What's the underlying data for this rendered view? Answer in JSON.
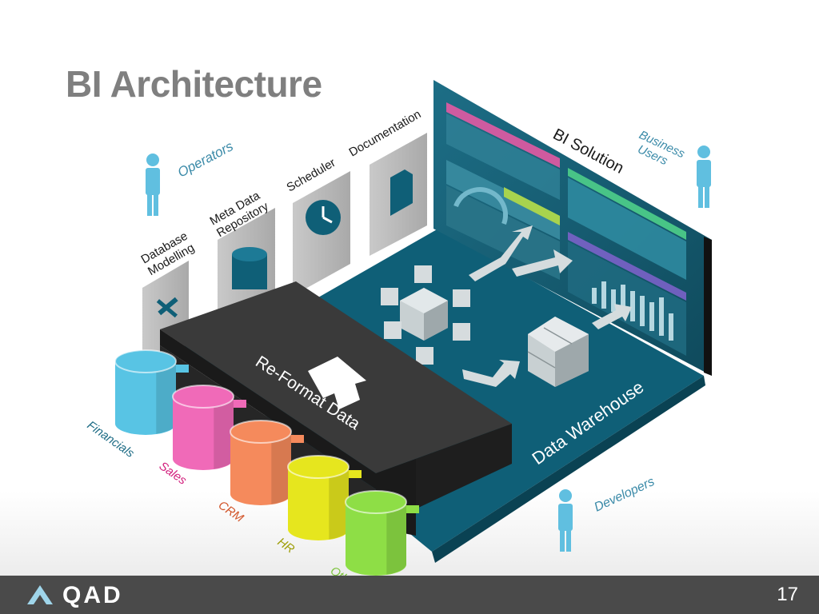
{
  "slide": {
    "title": "BI Architecture",
    "page_number": "17"
  },
  "footer": {
    "logo_text": "QAD"
  },
  "diagram": {
    "sources": [
      {
        "label": "Financials",
        "color": "#58c4e4"
      },
      {
        "label": "Sales",
        "color": "#f06ab8"
      },
      {
        "label": "CRM",
        "color": "#f58a5c"
      },
      {
        "label": "HR",
        "color": "#e6e61e"
      },
      {
        "label": "Other",
        "color": "#8ede46"
      }
    ],
    "process": "Re-Format Data",
    "warehouse": "Data Warehouse",
    "solution": "BI Solution",
    "tools": {
      "database_modelling": "Database Modelling",
      "meta_data": "Meta Data Repository",
      "scheduler": "Scheduler",
      "documentation": "Documentation"
    },
    "roles": {
      "operators": "Operators",
      "business_users": "Business Users",
      "developers": "Developers"
    }
  }
}
